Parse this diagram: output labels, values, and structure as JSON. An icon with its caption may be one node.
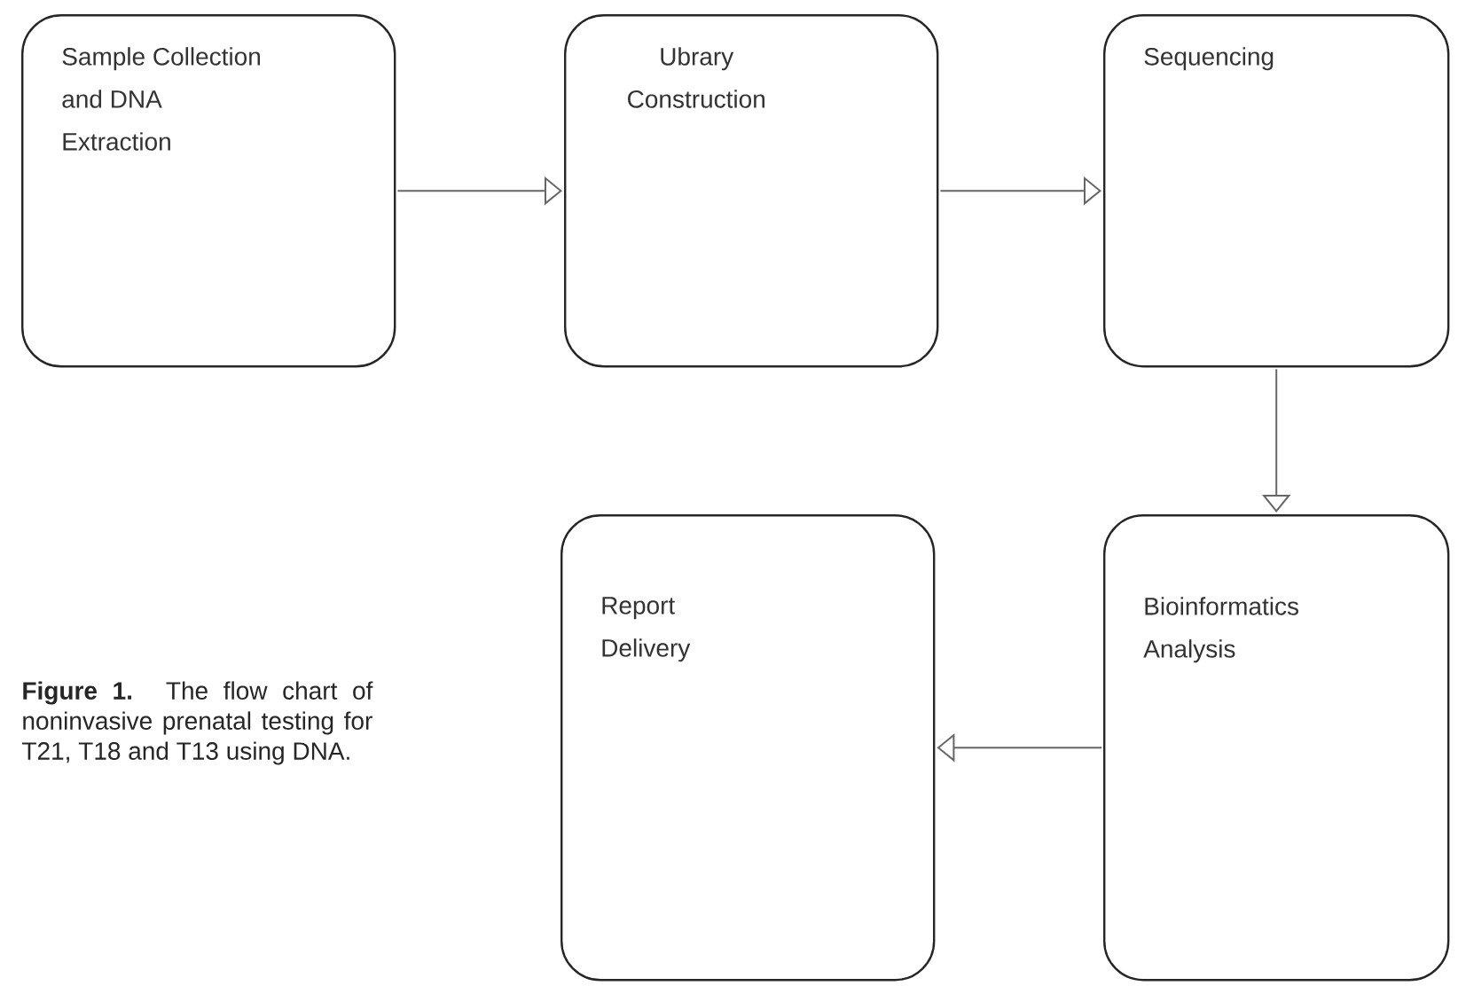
{
  "diagram": {
    "caption": "**Figure 1.** The flow chart of noninvasive prenatal testing for T21, T18 and T13 using DNA.",
    "nodes": [
      {
        "text": [
          "Sample Collection and DNA Extraction"
        ]
      },
      {
        "text": [
          "Ubrary Construction"
        ]
      },
      {
        "text": [
          "Sequencing"
        ]
      },
      {
        "text": [
          "Bioinformatics Analysis"
        ]
      },
      {
        "text": [
          "Report Delivery"
        ]
      }
    ],
    "edges": [
      {
        "from": 0,
        "to": 1,
        "arrow": "to"
      },
      {
        "from": 1,
        "to": 2,
        "arrow": "to"
      },
      {
        "from": 2,
        "to": 3,
        "arrow": "to"
      },
      {
        "from": 3,
        "to": 4,
        "arrow": "to"
      }
    ]
  }
}
